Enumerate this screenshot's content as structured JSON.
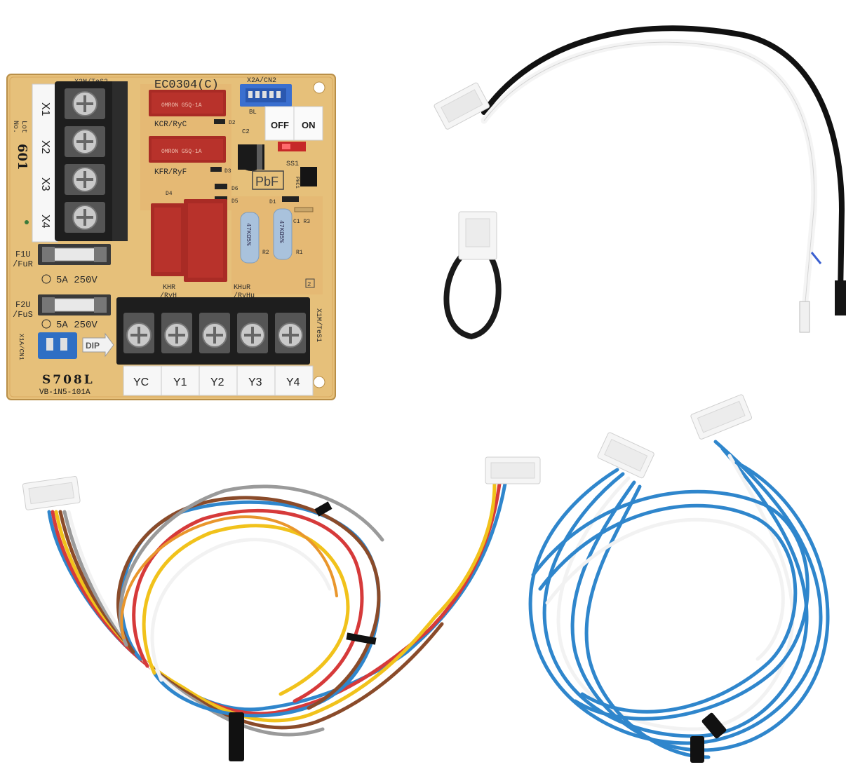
{
  "pcb": {
    "model": "EC0304(C)",
    "silk_x2m": "X2M/TeS2",
    "silk_x2a": "X2A/CN2",
    "silk_bl": "BL",
    "lot_label": "Lot",
    "no_label": "No.",
    "lot_number": "601",
    "left_terminals": [
      "X1",
      "X2",
      "X3",
      "X4"
    ],
    "bottom_terminals": [
      "YC",
      "Y1",
      "Y2",
      "Y3",
      "Y4"
    ],
    "switch_off": "OFF",
    "switch_on": "ON",
    "ss1": "SS1",
    "pbf": "PbF",
    "phc1": "PHC1",
    "c2": "C2",
    "d1": "D1",
    "d2": "D2",
    "d3": "D3",
    "d4": "D4",
    "d5": "D5",
    "d6": "D6",
    "r1": "R1",
    "r2": "R2",
    "c1r3": "C1 R3",
    "kcr": "KCR/RyC",
    "kfr": "KFR/RyF",
    "khr": "KHR\n/RyH",
    "khur": "KHuR\n/RyHu",
    "resistor_text": "47KΩ5%",
    "f1u": "F1U\n/FuR",
    "f2u": "F2U\n/FuS",
    "fuse_rating_1": "5A 250V",
    "fuse_rating_2": "5A 250V",
    "x1a": "X1A/CN1",
    "x1m": "X1M/TeS1",
    "dip": "DIP",
    "part_code": "S708L",
    "board_code": "VB-1N5-101A",
    "corner_mark": "2"
  },
  "colors": {
    "board": "#e6c07a",
    "terminal_block": "#1e1e1e",
    "wire_blue": "#2f86cc",
    "wire_white": "#f2f2f2",
    "wire_black": "#111111",
    "wire_red": "#d63a3a",
    "wire_yellow": "#f1c21b",
    "wire_brown": "#8a4b2a",
    "wire_gray": "#9a9a9a",
    "wire_orange": "#e9962c"
  }
}
